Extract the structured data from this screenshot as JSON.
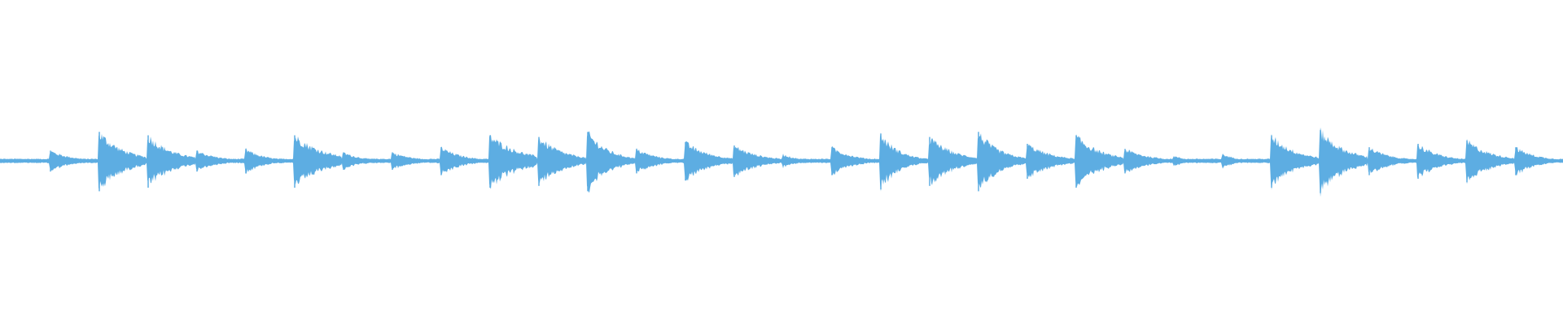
{
  "waveform": {
    "color": "#5dade2",
    "background": "#ffffff",
    "baseline_amplitude": 0.06,
    "segments": [
      {
        "peak": 0.05,
        "decay": 0.3
      },
      {
        "peak": 0.3,
        "decay": 0.6
      },
      {
        "peak": 0.85,
        "decay": 0.7
      },
      {
        "peak": 0.75,
        "decay": 0.7
      },
      {
        "peak": 0.3,
        "decay": 0.6
      },
      {
        "peak": 0.35,
        "decay": 0.5
      },
      {
        "peak": 0.75,
        "decay": 0.8
      },
      {
        "peak": 0.25,
        "decay": 0.5
      },
      {
        "peak": 0.25,
        "decay": 0.6
      },
      {
        "peak": 0.4,
        "decay": 0.6
      },
      {
        "peak": 0.75,
        "decay": 0.8
      },
      {
        "peak": 0.7,
        "decay": 0.7
      },
      {
        "peak": 0.85,
        "decay": 0.6
      },
      {
        "peak": 0.35,
        "decay": 0.6
      },
      {
        "peak": 0.55,
        "decay": 0.7
      },
      {
        "peak": 0.45,
        "decay": 0.7
      },
      {
        "peak": 0.2,
        "decay": 0.3
      },
      {
        "peak": 0.4,
        "decay": 0.6
      },
      {
        "peak": 0.8,
        "decay": 0.5
      },
      {
        "peak": 0.7,
        "decay": 0.7
      },
      {
        "peak": 0.85,
        "decay": 0.6
      },
      {
        "peak": 0.5,
        "decay": 0.7
      },
      {
        "peak": 0.75,
        "decay": 0.7
      },
      {
        "peak": 0.35,
        "decay": 0.7
      },
      {
        "peak": 0.15,
        "decay": 0.2
      },
      {
        "peak": 0.2,
        "decay": 0.3
      },
      {
        "peak": 0.75,
        "decay": 0.7
      },
      {
        "peak": 0.9,
        "decay": 0.7
      },
      {
        "peak": 0.4,
        "decay": 0.6
      },
      {
        "peak": 0.5,
        "decay": 0.6
      },
      {
        "peak": 0.6,
        "decay": 0.7
      },
      {
        "peak": 0.4,
        "decay": 0.6
      }
    ]
  }
}
